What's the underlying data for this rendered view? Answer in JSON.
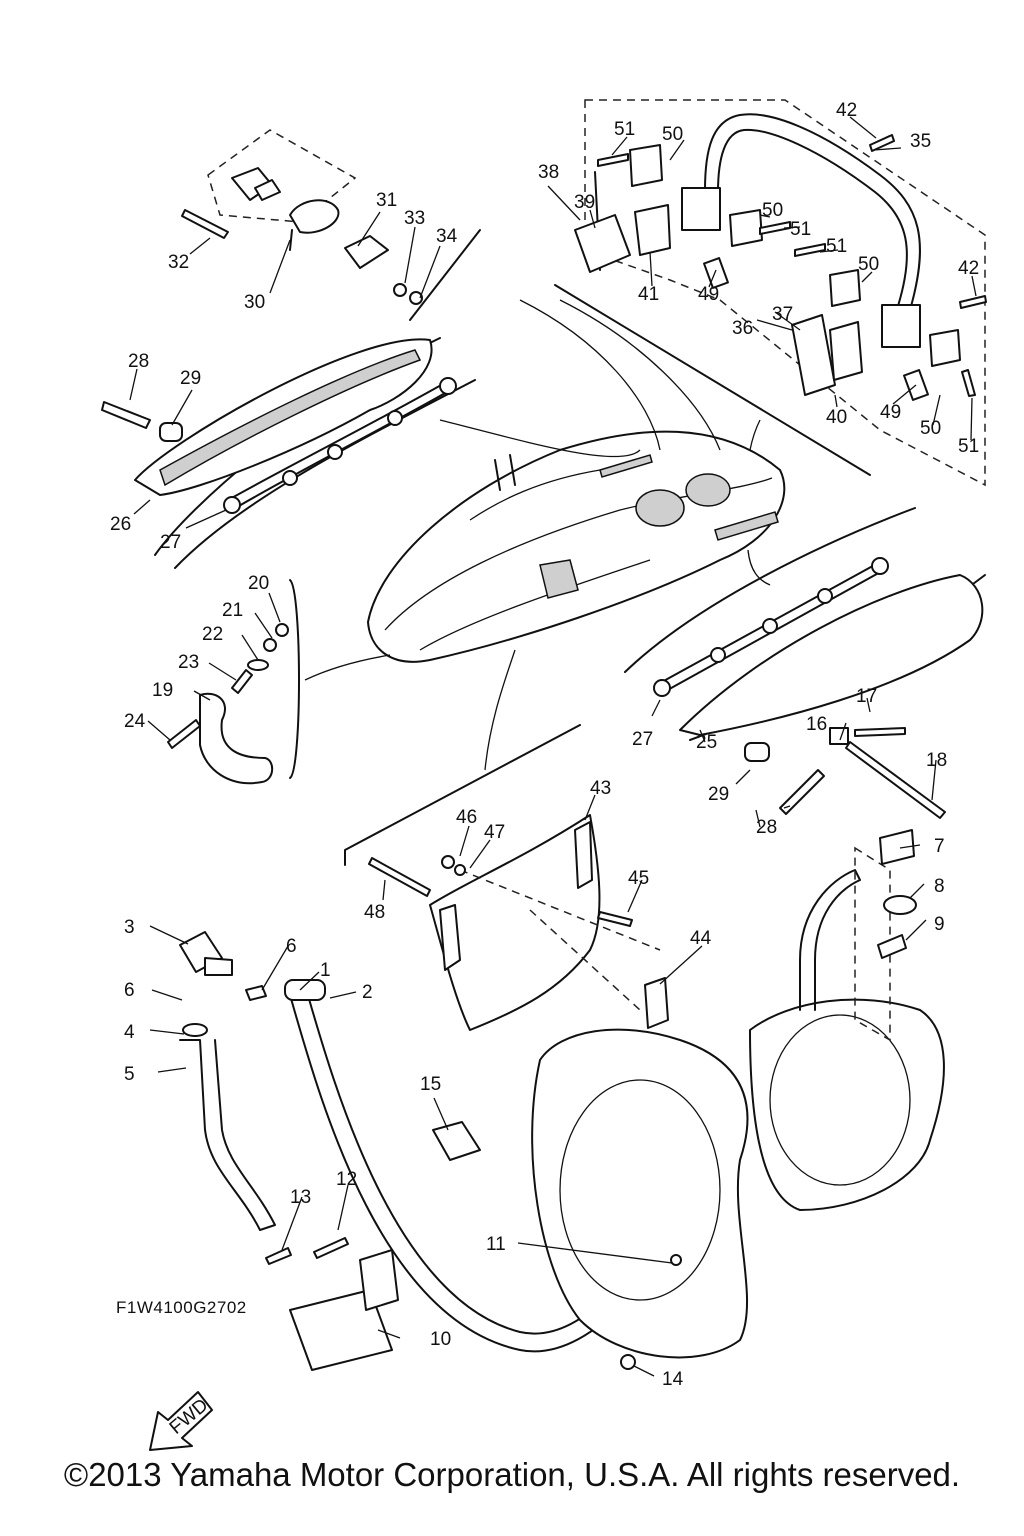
{
  "diagram": {
    "reference_code": "F1W4100G2702",
    "fwd_label": "FWD",
    "callouts": [
      "1",
      "2",
      "3",
      "4",
      "5",
      "6",
      "6",
      "7",
      "8",
      "9",
      "10",
      "11",
      "12",
      "13",
      "14",
      "15",
      "16",
      "17",
      "18",
      "19",
      "20",
      "21",
      "22",
      "23",
      "24",
      "25",
      "26",
      "27",
      "27",
      "28",
      "28",
      "29",
      "29",
      "30",
      "31",
      "32",
      "33",
      "34",
      "35",
      "36",
      "37",
      "38",
      "39",
      "40",
      "41",
      "42",
      "42",
      "43",
      "44",
      "45",
      "46",
      "47",
      "48",
      "49",
      "49",
      "50",
      "50",
      "50",
      "50",
      "51",
      "51",
      "51",
      "51"
    ]
  },
  "footer": {
    "copyright": "©2013 Yamaha Motor Corporation, U.S.A. All rights reserved."
  }
}
